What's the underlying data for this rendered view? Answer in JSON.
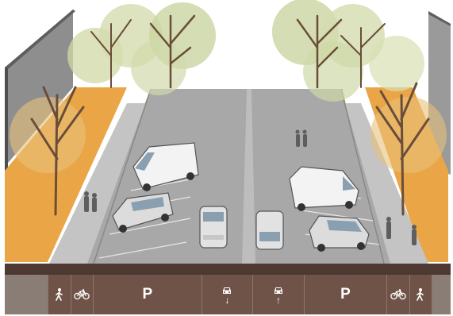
{
  "colors": {
    "sky": "#ffffff",
    "building": "#9c9c9c",
    "buildingDark": "#6d6d6d",
    "planting": "#e9a84b",
    "sidewalk": "#c8c8c8",
    "road": "#a9a9a9",
    "tree_green": "#cfd8a6",
    "trunk": "#6a4e3a",
    "legend_bg": "#6f5348",
    "legend_blank": "#8a7d75"
  },
  "legend": {
    "cells": [
      {
        "id": "blank-left",
        "kind": "blank"
      },
      {
        "id": "pedestrian-left",
        "kind": "icon",
        "icon": "pedestrian-icon"
      },
      {
        "id": "bike-left",
        "kind": "icon",
        "icon": "bicycle-icon"
      },
      {
        "id": "parking-left",
        "kind": "text",
        "label": "P"
      },
      {
        "id": "travel-down",
        "kind": "icon",
        "icon": "car-icon",
        "arrow": "↓"
      },
      {
        "id": "travel-up",
        "kind": "icon",
        "icon": "car-icon",
        "arrow": "↑"
      },
      {
        "id": "parking-right",
        "kind": "text",
        "label": "P"
      },
      {
        "id": "bike-right",
        "kind": "icon",
        "icon": "bicycle-icon"
      },
      {
        "id": "pedestrian-right",
        "kind": "icon",
        "icon": "pedestrian-icon"
      },
      {
        "id": "blank-right",
        "kind": "blank"
      }
    ]
  }
}
